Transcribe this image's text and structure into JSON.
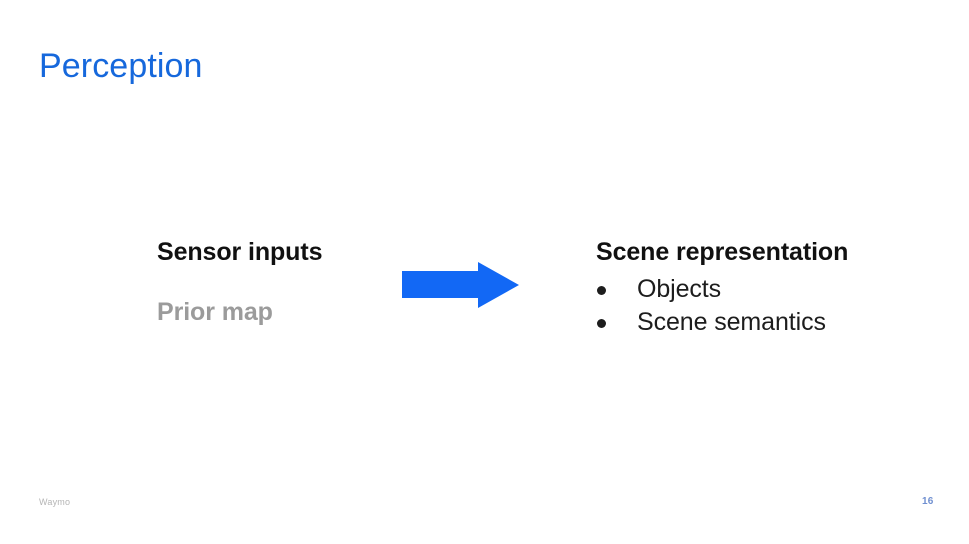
{
  "slide": {
    "title": "Perception",
    "title_color": "#1668dc",
    "background": "#ffffff"
  },
  "left_column": {
    "heading": "Sensor inputs",
    "heading_color": "#111111",
    "subheading": "Prior map",
    "subheading_color": "#9b9b9b"
  },
  "arrow": {
    "icon_name": "right-arrow-icon",
    "direction": "right",
    "color": "#1268f5"
  },
  "right_column": {
    "heading": "Scene representation",
    "heading_color": "#111111",
    "bullets": [
      {
        "label": "Objects"
      },
      {
        "label": "Scene semantics"
      }
    ],
    "bullet_color": "#1d1d1d"
  },
  "footer": {
    "brand": "Waymo",
    "brand_color": "#b5b5b5",
    "page_number": "16",
    "page_number_color": "#6f8fd0"
  }
}
